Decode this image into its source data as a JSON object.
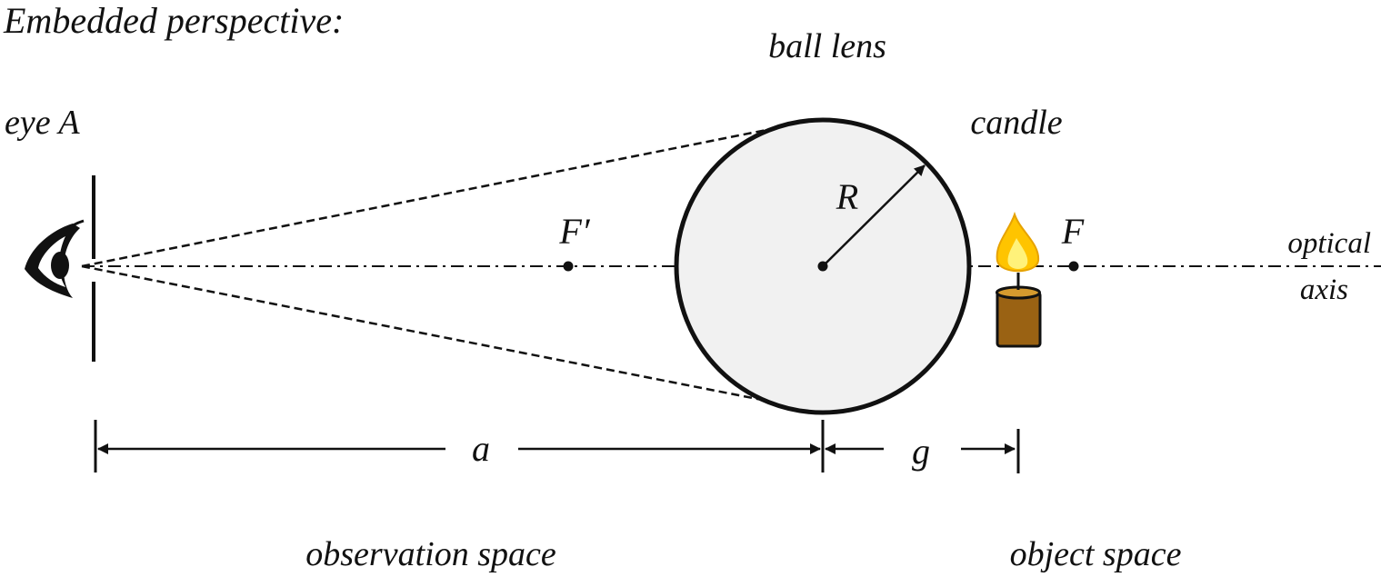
{
  "title": "Embedded perspective:",
  "labels": {
    "ball_lens": "ball lens",
    "candle": "candle",
    "eye": "eye A",
    "radius": "R",
    "focal_left": "F′",
    "focal_right": "F",
    "optical_axis_line1": "optical",
    "optical_axis_line2": "axis",
    "distance_a": "a",
    "distance_g": "g",
    "observation_space": "observation space",
    "object_space": "object space"
  },
  "colors": {
    "ink": "#111111",
    "lens_fill": "#f1f1f1",
    "candle_body": "#9a6213",
    "candle_top": "#d59a2e",
    "flame_outer": "#ffc400",
    "flame_inner": "#fff27a"
  },
  "icons": [
    "eye-icon",
    "candle-icon"
  ]
}
